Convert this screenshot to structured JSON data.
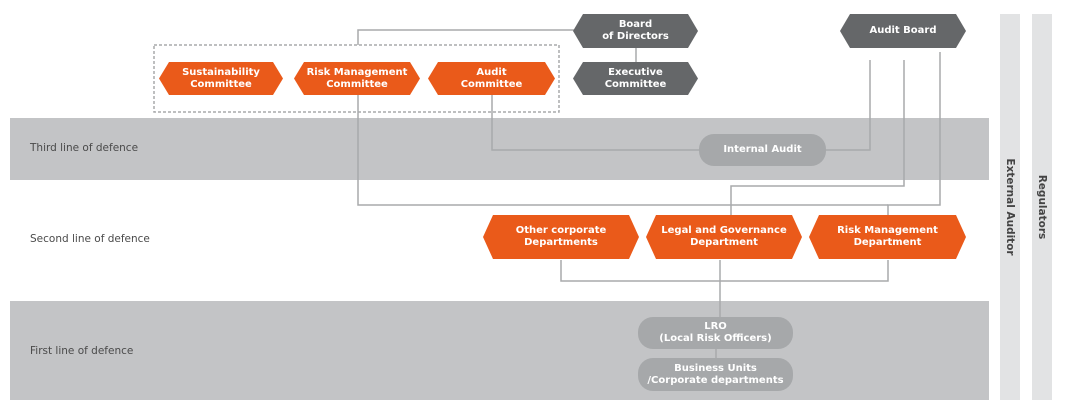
{
  "bands": {
    "third": "Third line of defence",
    "second": "Second line of defence",
    "first": "First line of defence"
  },
  "side": {
    "external_auditor": "External Auditor",
    "regulators": "Regulators"
  },
  "nodes": {
    "board": "Board\nof Directors",
    "executive": "Executive\nCommittee",
    "audit_board": "Audit Board",
    "sustainability": "Sustainability\nCommittee",
    "risk_committee": "Risk Management\nCommittee",
    "audit_committee": "Audit\nCommittee",
    "internal_audit": "Internal Audit",
    "other_corporate": "Other corporate\nDepartments",
    "legal": "Legal and Governance\nDepartment",
    "risk_dept": "Risk Management\nDepartment",
    "lro": "LRO\n(Local Risk Officers)",
    "business_units": "Business Units\n/Corporate departments"
  },
  "colors": {
    "orange": "#ea5a1a",
    "dark_grey": "#656769",
    "light_grey": "#a6a8aa",
    "band": "#c3c4c6",
    "side_bar": "#e2e3e4"
  }
}
